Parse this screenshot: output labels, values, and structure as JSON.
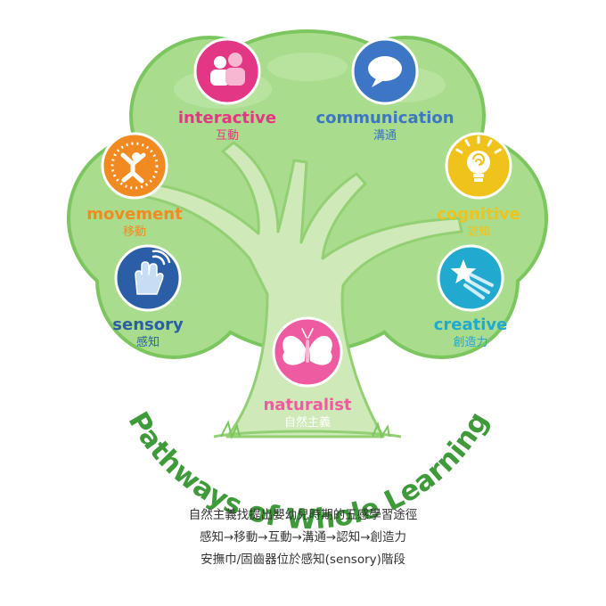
{
  "colors": {
    "canopy": "#a9dc8c",
    "canopy_edge": "#7cc65f",
    "trunk": "#cfeab8",
    "trunk_edge": "#93cf73",
    "title": "#3f9a3a"
  },
  "title": "Pathways of Whole Learning",
  "nodes": [
    {
      "id": "interactive",
      "label": "interactive",
      "label_zh": "互動",
      "color": "#e33684",
      "icon": "people-icon"
    },
    {
      "id": "communication",
      "label": "communication",
      "label_zh": "溝通",
      "color": "#3d76c4",
      "icon": "speech-bubble-icon"
    },
    {
      "id": "movement",
      "label": "movement",
      "label_zh": "移動",
      "color": "#f28a22",
      "icon": "person-jumping-icon"
    },
    {
      "id": "cognitive",
      "label": "cognitive",
      "label_zh": "認知",
      "color": "#f0c21c",
      "icon": "lightbulb-icon"
    },
    {
      "id": "sensory",
      "label": "sensory",
      "label_zh": "感知",
      "color": "#2a5fa8",
      "icon": "touch-hand-icon"
    },
    {
      "id": "creative",
      "label": "creative",
      "label_zh": "創造力",
      "color": "#22a9cf",
      "icon": "shooting-star-icon"
    },
    {
      "id": "naturalist",
      "label": "naturalist",
      "label_zh": "自然主義",
      "color": "#ef5ba1",
      "icon": "butterfly-icon"
    }
  ],
  "caption": [
    "自然主義找提出嬰幼兒時期的五感學習途徑",
    "感知→移動→互動→溝通→認知→創造力",
    "安撫巾/固齒器位於感知(sensory)階段"
  ]
}
